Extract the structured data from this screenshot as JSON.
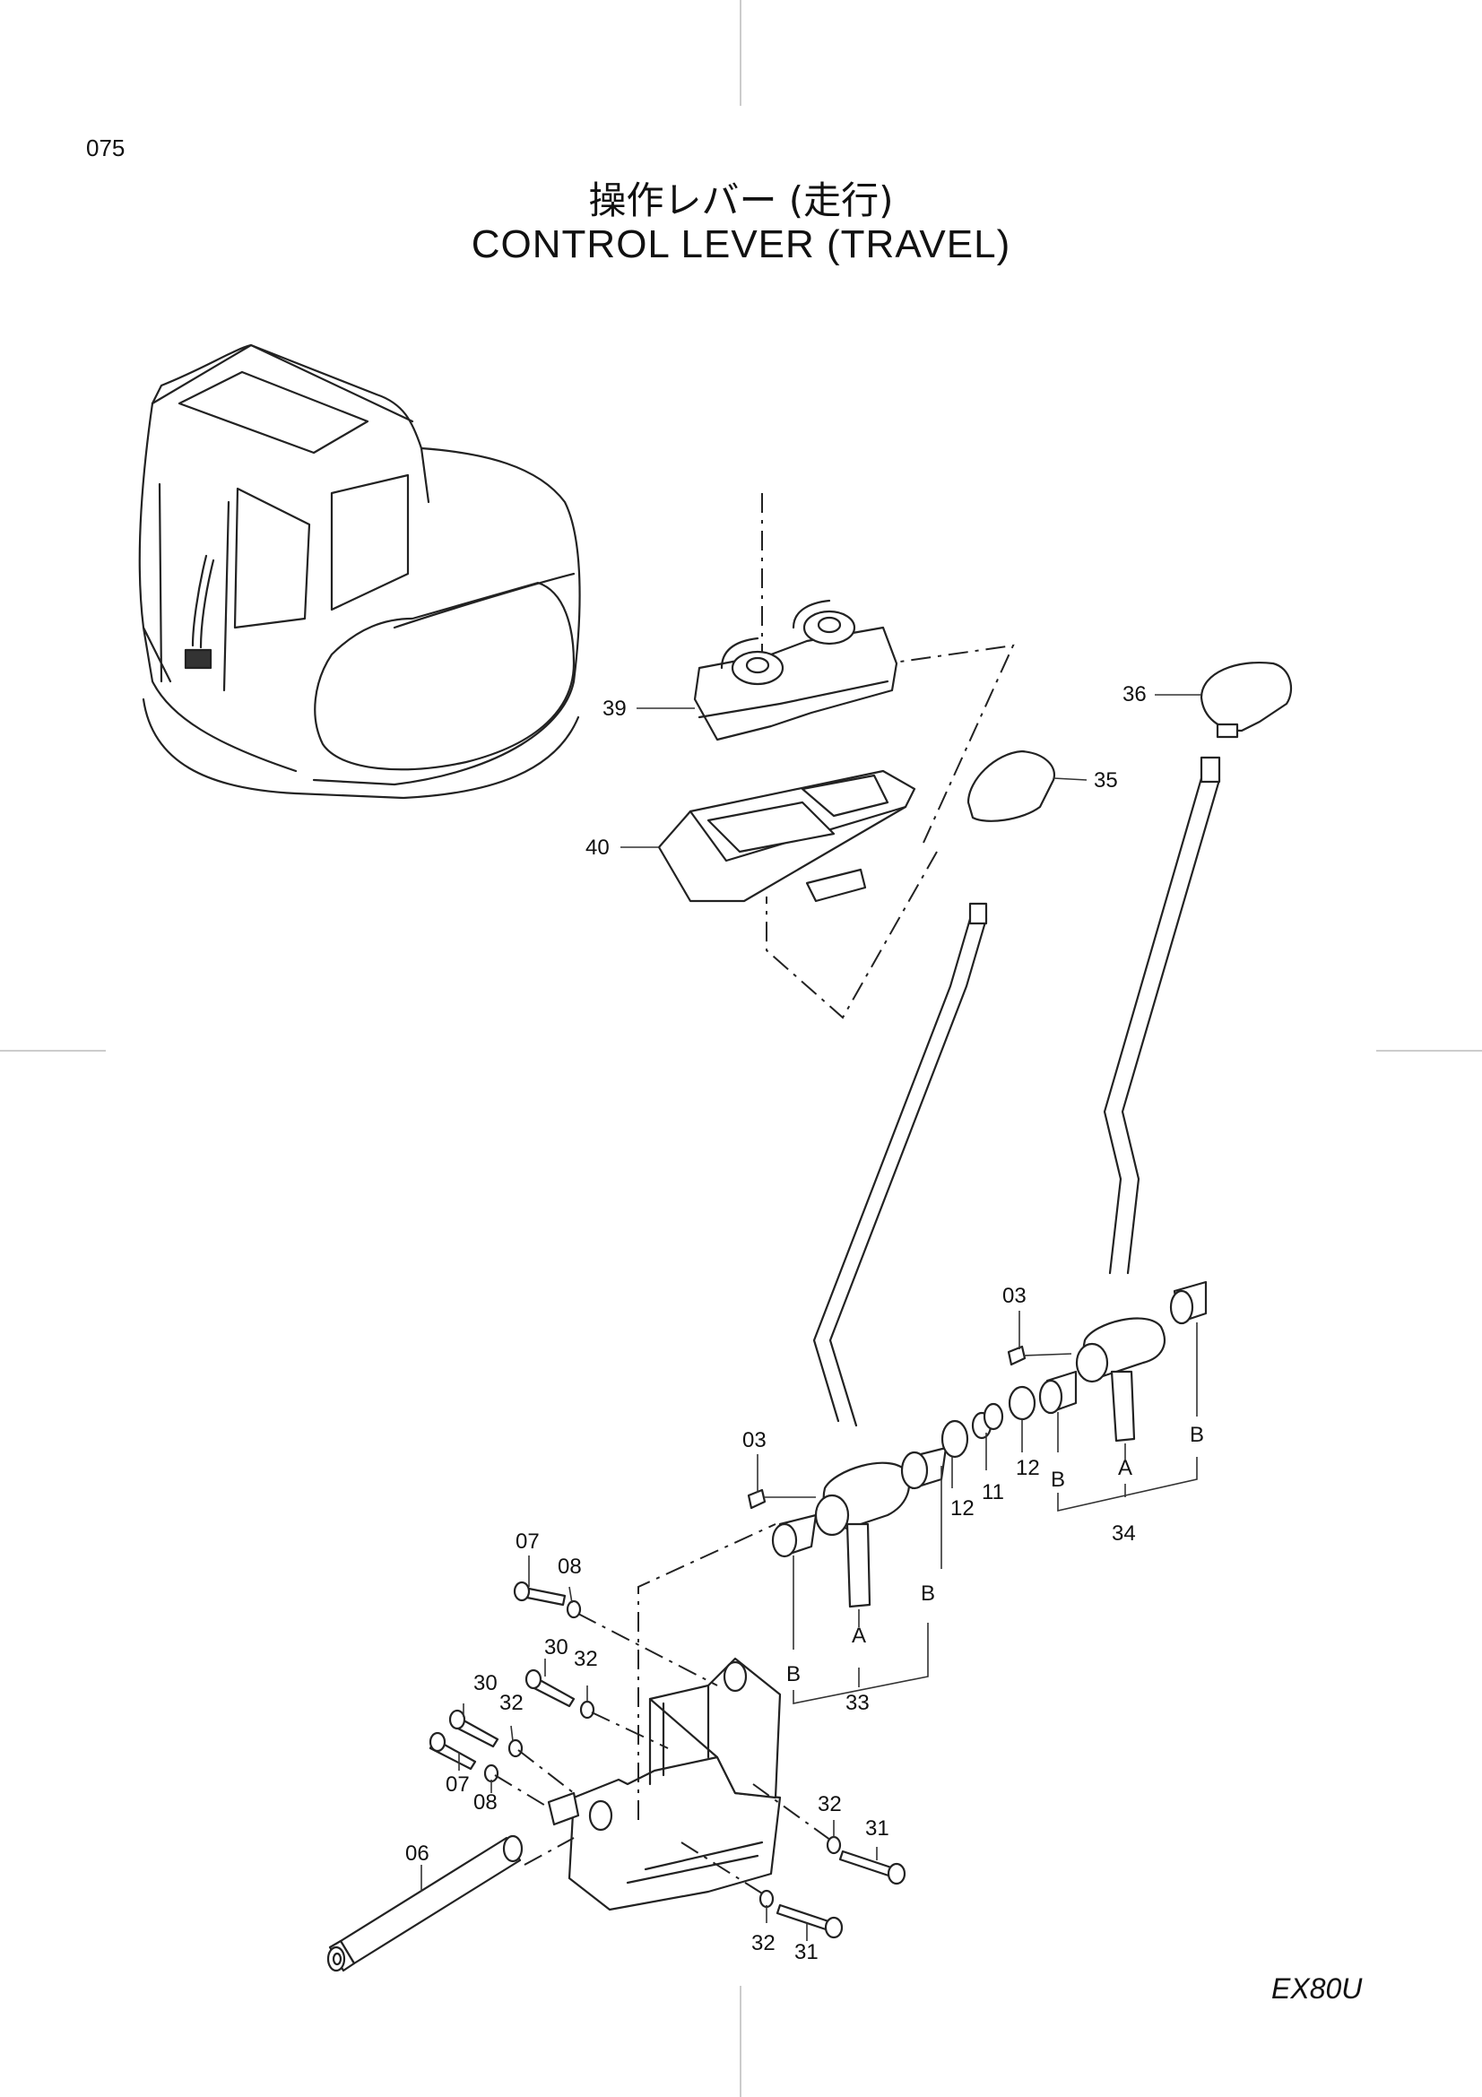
{
  "page_number": "075",
  "title_jp": "操作レバー (走行)",
  "title_en": "CONTROL  LEVER  (TRAVEL)",
  "model": "EX80U",
  "callouts": {
    "c39": "39",
    "c40": "40",
    "c35": "35",
    "c36": "36",
    "c03a": "03",
    "c03b": "03",
    "c12a": "12",
    "c12b": "12",
    "c11": "11",
    "cBa": "B",
    "cBb": "B",
    "cBc": "B",
    "cBd": "B",
    "cAa": "A",
    "cAb": "A",
    "c33": "33",
    "c34": "34",
    "c07a": "07",
    "c07b": "07",
    "c08a": "08",
    "c08b": "08",
    "c30a": "30",
    "c30b": "30",
    "c32a": "32",
    "c32b": "32",
    "c32c": "32",
    "c32d": "32",
    "c31a": "31",
    "c31b": "31",
    "c06": "06"
  }
}
